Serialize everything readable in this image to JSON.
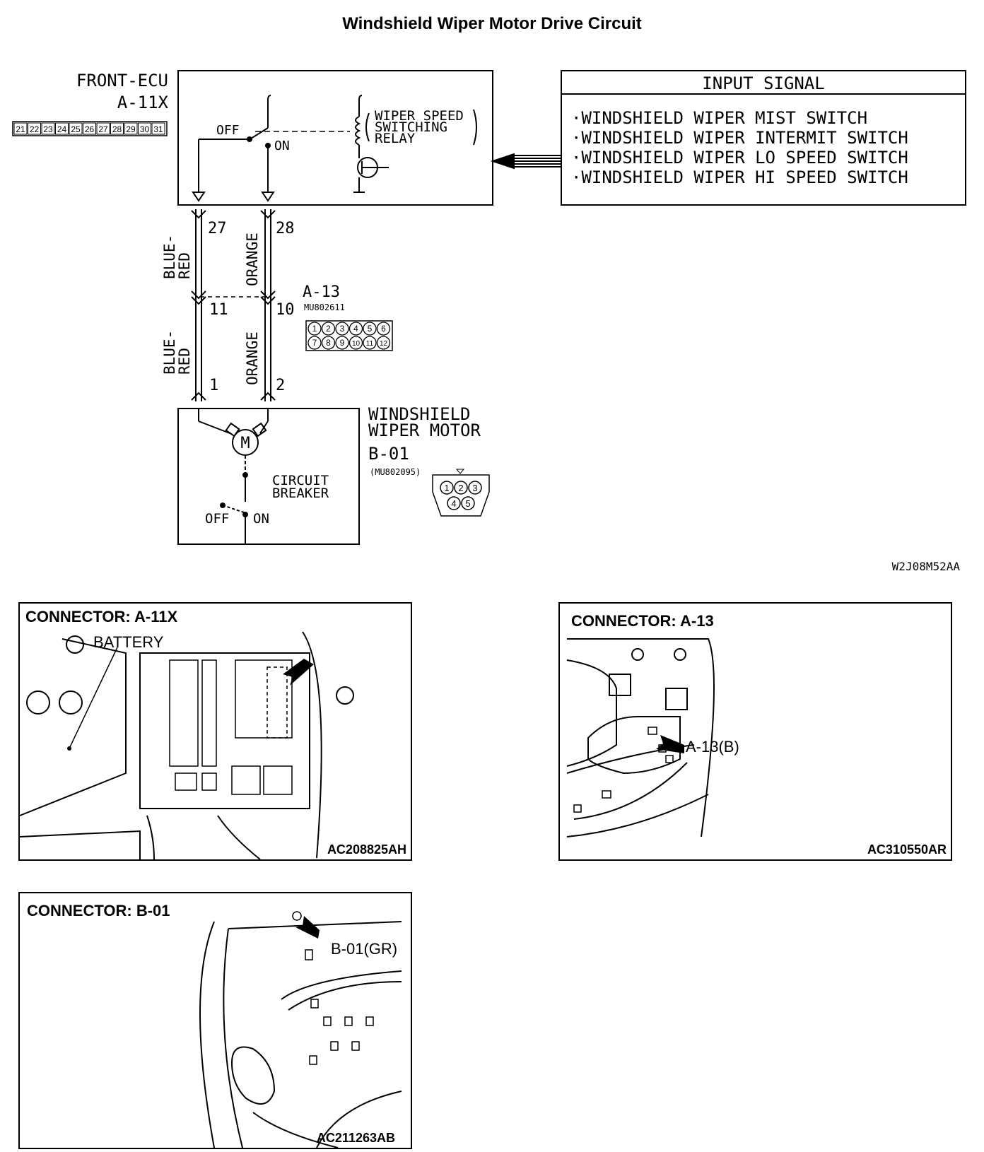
{
  "title": "Windshield Wiper Motor Drive Circuit",
  "ecu": {
    "name": "FRONT-ECU",
    "connector": "A-11X",
    "pins": [
      "21",
      "22",
      "23",
      "24",
      "25",
      "26",
      "27",
      "28",
      "29",
      "30",
      "31"
    ],
    "switch_off": "OFF",
    "switch_on": "ON",
    "relay_label": [
      "WIPER SPEED",
      "SWITCHING",
      "RELAY"
    ]
  },
  "input_signal": {
    "heading": "INPUT SIGNAL",
    "items": [
      "·WINDSHIELD WIPER MIST SWITCH",
      "·WINDSHIELD WIPER INTERMIT SWITCH",
      "·WINDSHIELD WIPER LO SPEED SWITCH",
      "·WINDSHIELD WIPER HI SPEED SWITCH"
    ]
  },
  "wires": {
    "left_color": [
      "BLUE-",
      "RED"
    ],
    "right_color": "ORANGE",
    "ecu_pin_left": "27",
    "ecu_pin_right": "28",
    "a13_pin_left": "11",
    "a13_pin_right": "10",
    "motor_pin_left": "1",
    "motor_pin_right": "2"
  },
  "a13": {
    "name": "A-13",
    "part": "MU802611",
    "pins": [
      "1",
      "2",
      "3",
      "4",
      "5",
      "6",
      "7",
      "8",
      "9",
      "10",
      "11",
      "12"
    ]
  },
  "motor": {
    "name": [
      "WINDSHIELD",
      "WIPER MOTOR"
    ],
    "connector": "B-01",
    "part": "(MU802095)",
    "symbol": "M",
    "breaker": [
      "CIRCUIT",
      "BREAKER"
    ],
    "off": "OFF",
    "on": "ON",
    "pins": [
      "1",
      "2",
      "3",
      "4",
      "5"
    ]
  },
  "diagram_code": "W2J08M52AA",
  "connectors": [
    {
      "title": "CONNECTOR: A-11X",
      "callout": "BATTERY",
      "code": "AC208825AH"
    },
    {
      "title": "CONNECTOR: A-13",
      "callout": "A-13(B)",
      "code": "AC310550AR"
    },
    {
      "title": "CONNECTOR: B-01",
      "callout": "B-01(GR)",
      "code": "AC211263AB"
    }
  ]
}
